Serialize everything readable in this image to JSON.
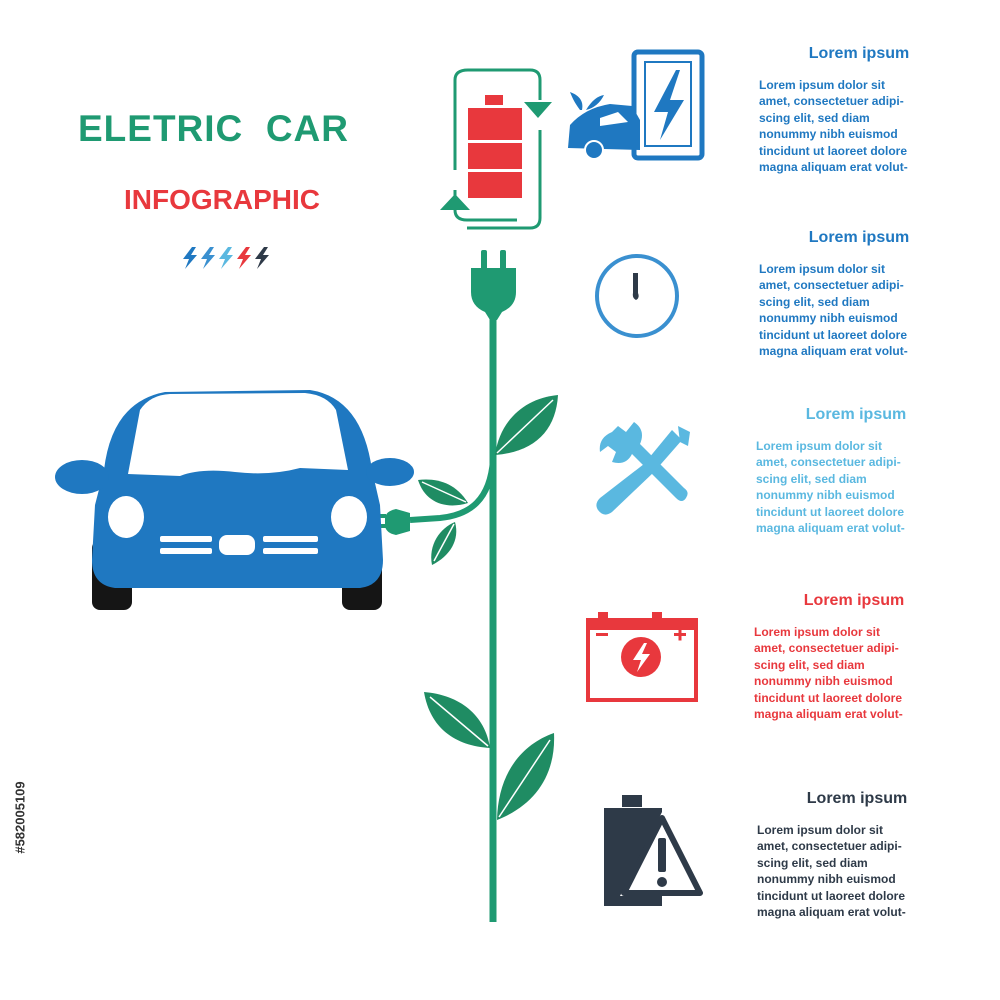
{
  "title": "ELETRIC  CAR",
  "subtitle": "INFOGRAPHIC",
  "colors": {
    "green": "#1f9a72",
    "red": "#e8383d",
    "blue": "#1f78c1",
    "lightblue": "#5ab8e0",
    "dark": "#2e3a48",
    "leaf": "#1f8c63"
  },
  "bolts": [
    "#1f78c1",
    "#3a90d0",
    "#5ab8e0",
    "#e8383d",
    "#2e3a48"
  ],
  "icons": [
    "charging-battery-icon",
    "eco-car-phone-icon",
    "speedometer-icon",
    "tools-icon",
    "car-battery-icon",
    "battery-warning-icon"
  ],
  "blocks": [
    {
      "heading": "Lorem ipsum",
      "lines": [
        "Lorem ipsum dolor sit",
        "amet, consectetuer adipi-",
        "scing elit, sed diam",
        "nonummy nibh euismod",
        "tincidunt ut laoreet dolore",
        "magna aliquam erat volut-"
      ]
    },
    {
      "heading": "Lorem ipsum",
      "lines": [
        "Lorem ipsum dolor sit",
        "amet, consectetuer adipi-",
        "scing elit, sed diam",
        "nonummy nibh euismod",
        "tincidunt ut laoreet dolore",
        "magna aliquam erat volut-"
      ]
    },
    {
      "heading": "Lorem ipsum",
      "lines": [
        "Lorem ipsum dolor sit",
        "amet, consectetuer adipi-",
        "scing elit, sed diam",
        "nonummy nibh euismod",
        "tincidunt ut laoreet dolore",
        "magna aliquam erat volut-"
      ]
    },
    {
      "heading": "Lorem ipsum",
      "lines": [
        "Lorem ipsum dolor sit",
        "amet, consectetuer adipi-",
        "scing elit, sed diam",
        "nonummy nibh euismod",
        "tincidunt ut laoreet dolore",
        "magna aliquam erat volut-"
      ]
    },
    {
      "heading": "Lorem ipsum",
      "lines": [
        "Lorem ipsum dolor sit",
        "amet, consectetuer adipi-",
        "scing elit, sed diam",
        "nonummy nibh euismod",
        "tincidunt ut laoreet dolore",
        "magna aliquam erat volut-"
      ]
    }
  ],
  "watermark": "#582005109"
}
